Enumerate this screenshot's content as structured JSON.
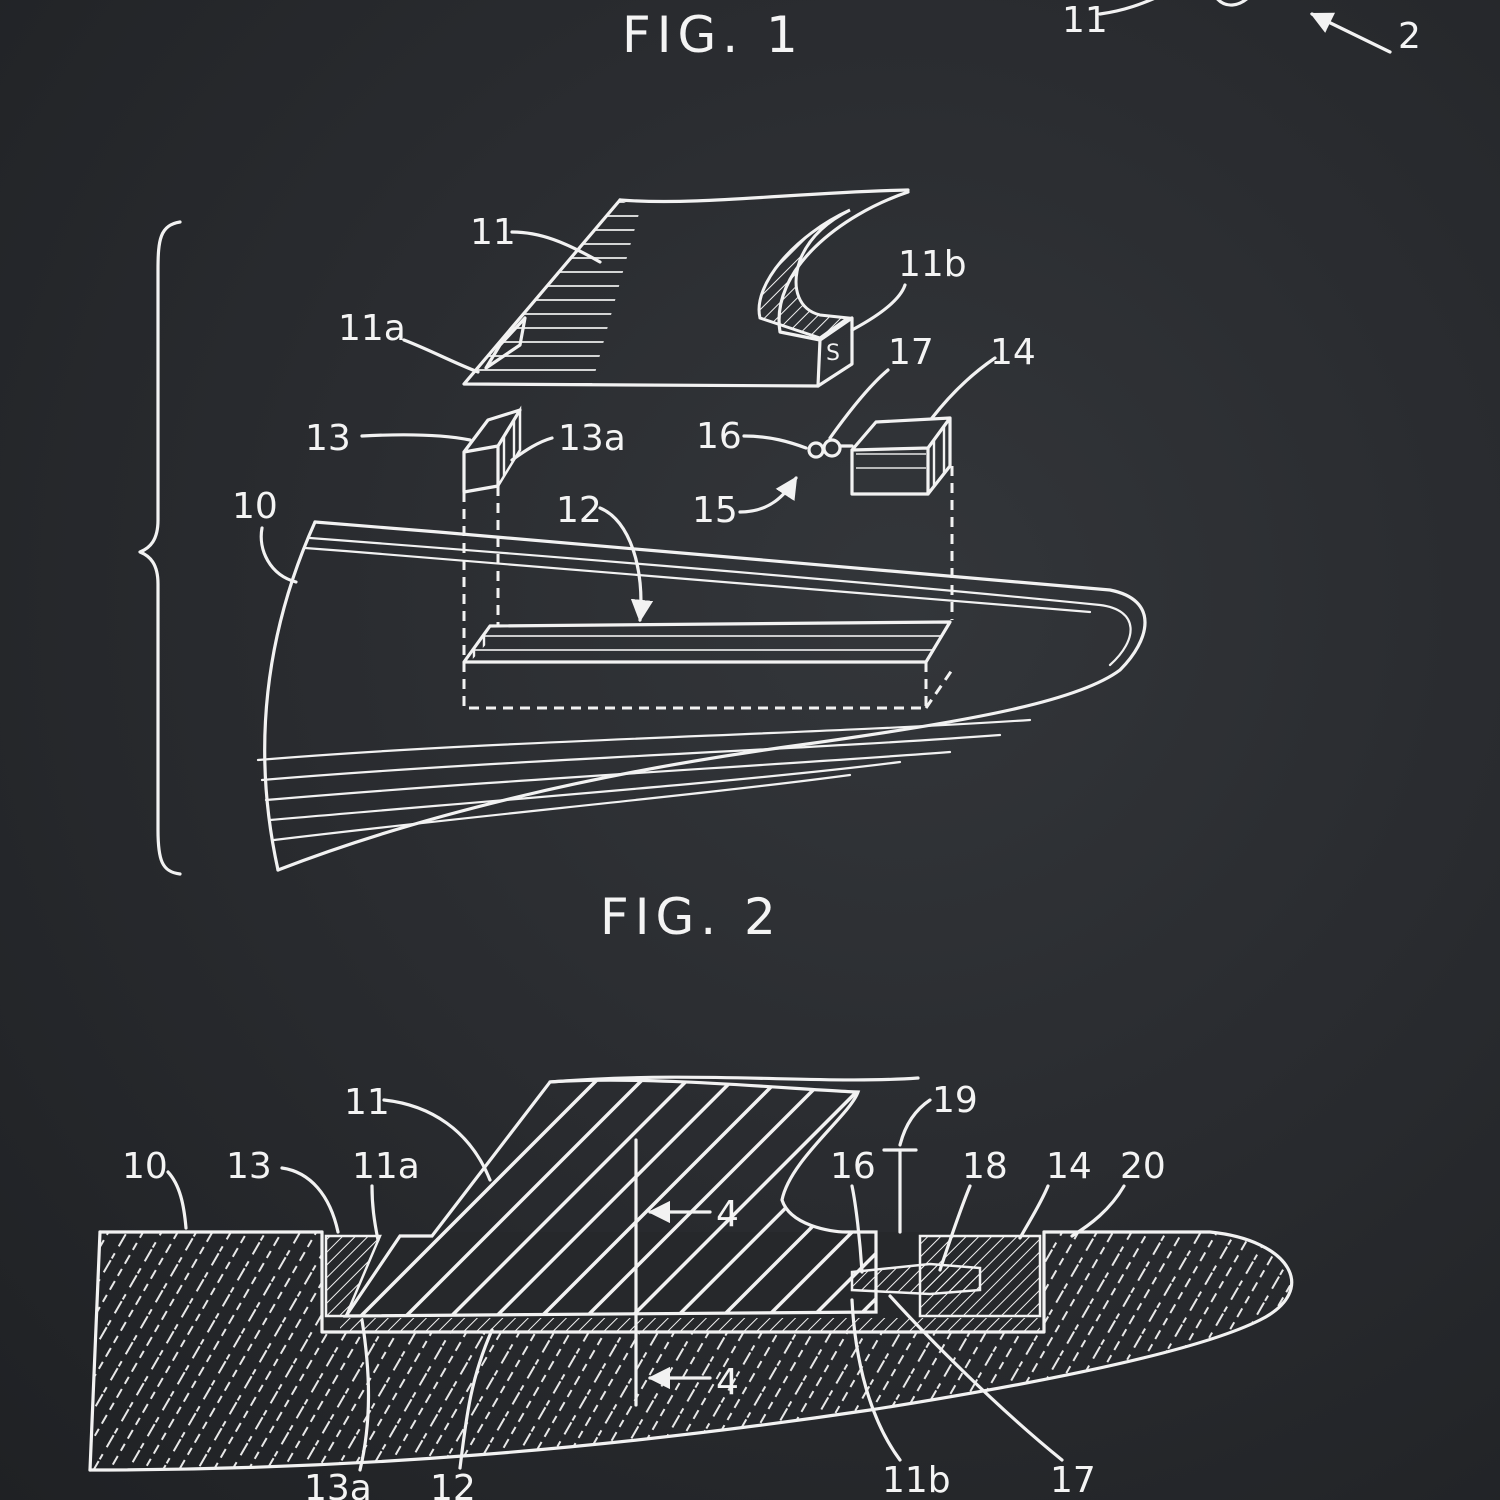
{
  "figures": {
    "fig1": "FIG. 1",
    "fig2": "FIG. 2"
  },
  "labels_top": {
    "l11": "11",
    "l2": "2"
  },
  "labels_fig1": {
    "l11": "11",
    "l11a": "11a",
    "l11b": "11b",
    "l17": "17",
    "l14": "14",
    "l13": "13",
    "l13a": "13a",
    "l16": "16",
    "l10": "10",
    "l12": "12",
    "l15": "15"
  },
  "labels_fig2": {
    "l11": "11",
    "l19": "19",
    "l10": "10",
    "l13": "13",
    "l11a": "11a",
    "l16": "16",
    "l18": "18",
    "l14": "14",
    "l20": "20",
    "l4a": "4",
    "l4b": "4",
    "l13a": "13a",
    "l12": "12",
    "l11b": "11b",
    "l17": "17"
  },
  "colors": {
    "background": "#26282b",
    "ink": "#f2f2f2"
  }
}
